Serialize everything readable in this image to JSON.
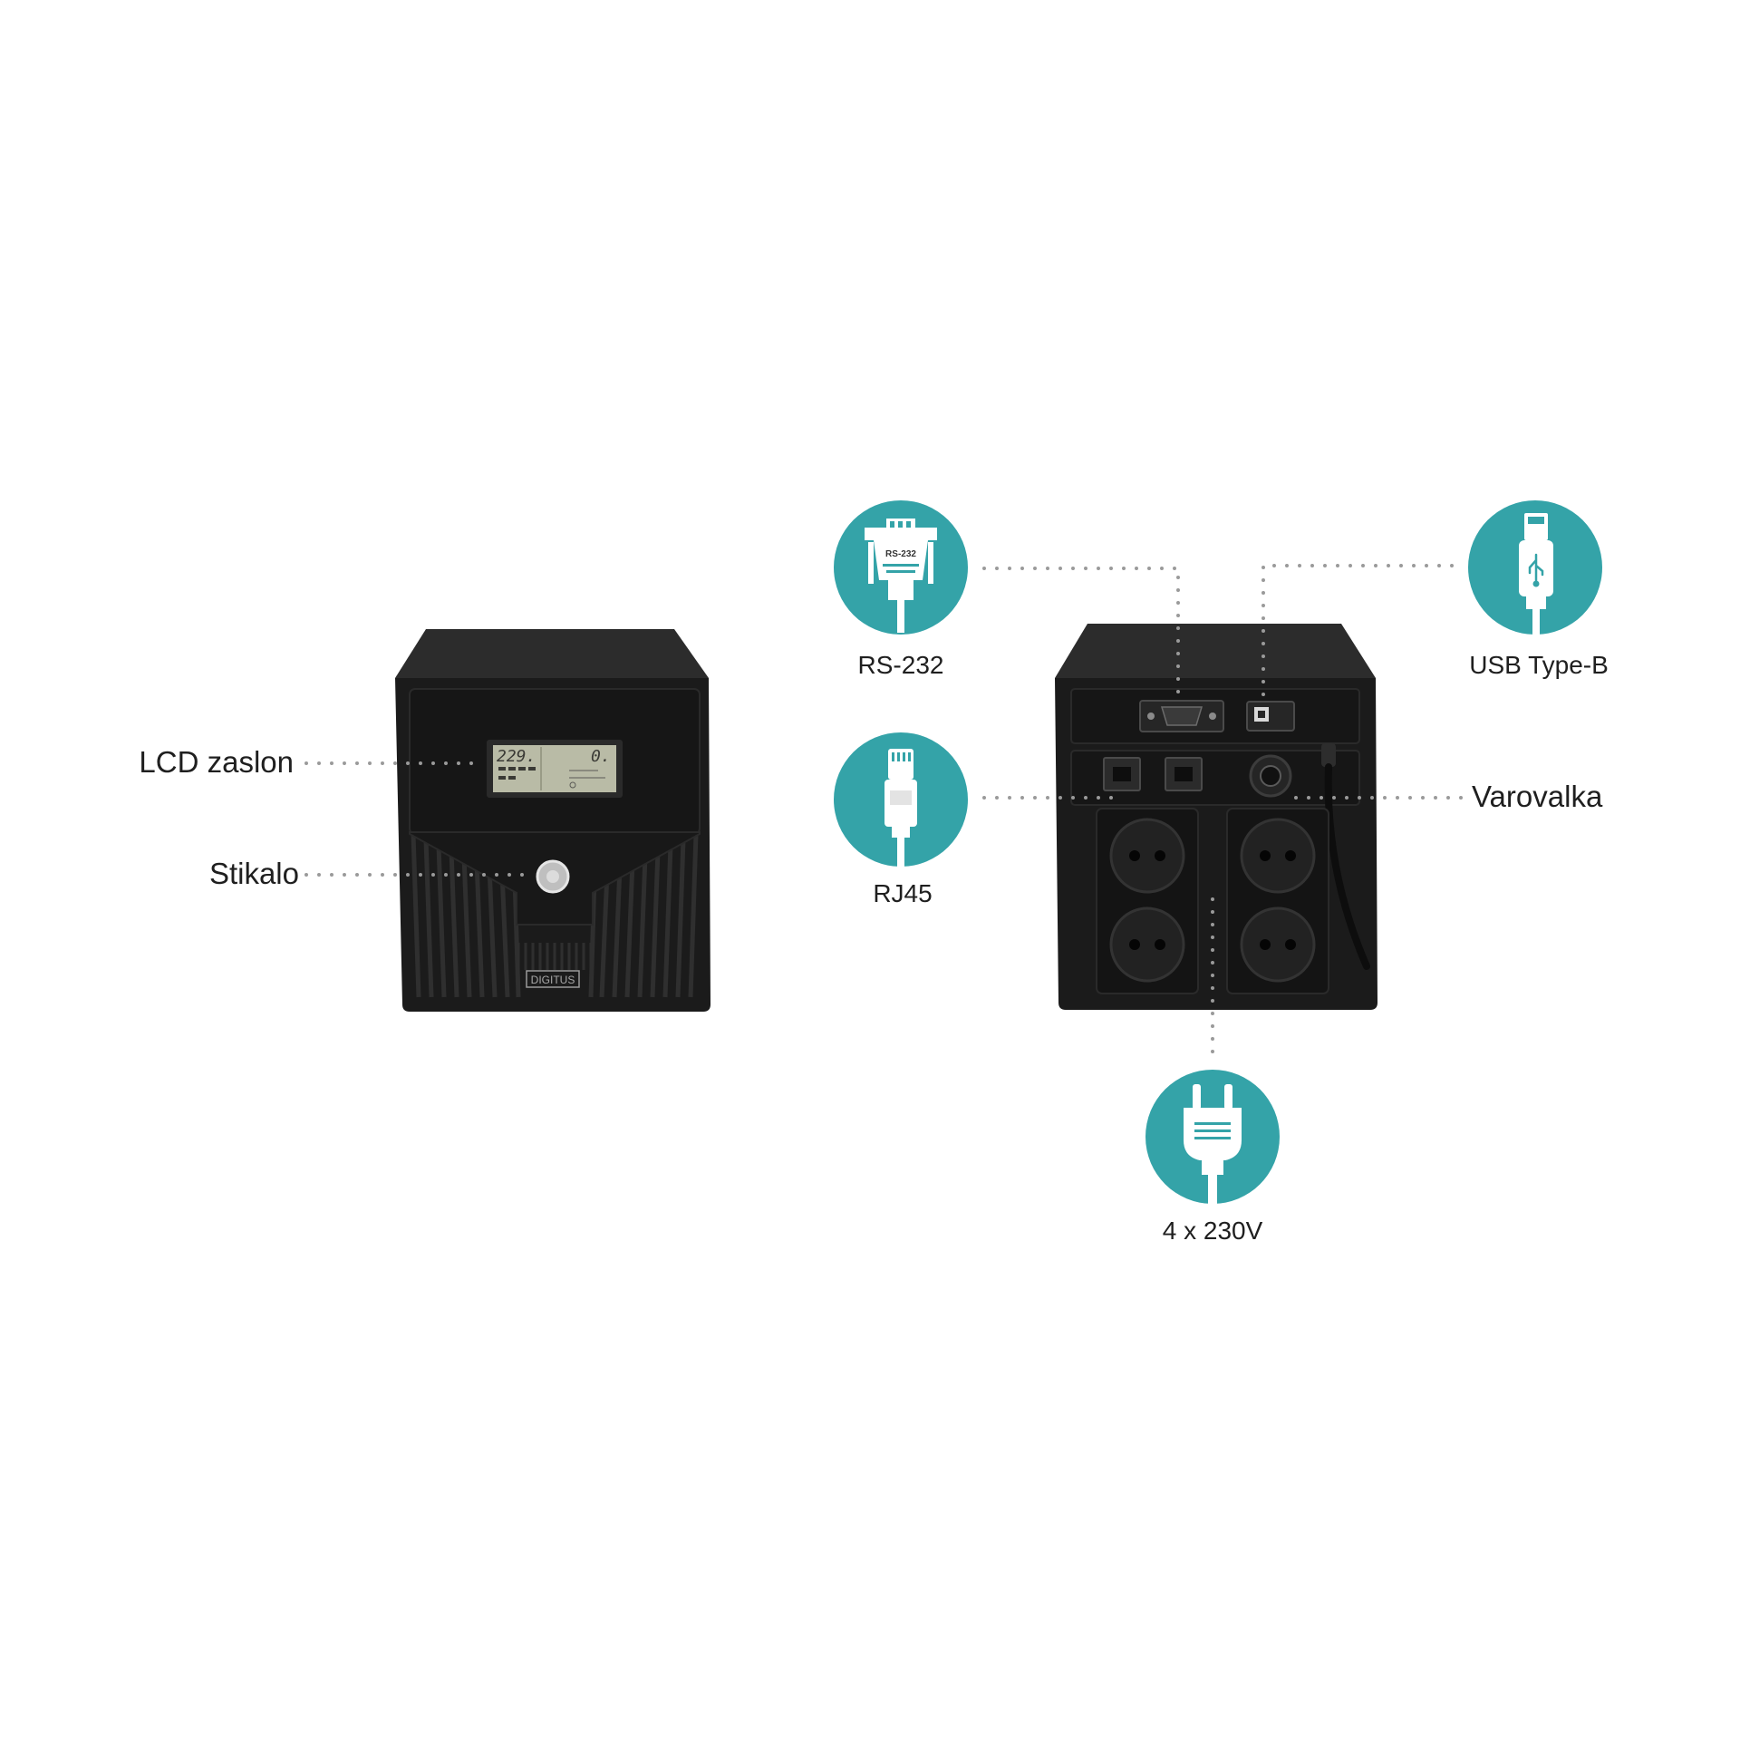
{
  "labels": {
    "lcd_display": "LCD zaslon",
    "switch": "Stikalo",
    "rs232": "RS-232",
    "rj45": "RJ45",
    "usb_type_b": "USB Type-B",
    "fuse": "Varovalka",
    "outlets": "4 x 230V"
  },
  "device": {
    "brand": "DIGITUS",
    "lcd_left_value": "229.",
    "lcd_right_value": "0."
  },
  "icons": {
    "rs232_badge": "RS-232",
    "rs232": "serial-connector-icon",
    "rj45": "ethernet-plug-icon",
    "usb": "usb-plug-icon",
    "power": "power-plug-icon"
  },
  "colors": {
    "accent_teal": "#34a3a8",
    "device_body": "#1b1b1b",
    "dotted_leader": "#9a9a9a",
    "label_text": "#1f1f1f"
  }
}
